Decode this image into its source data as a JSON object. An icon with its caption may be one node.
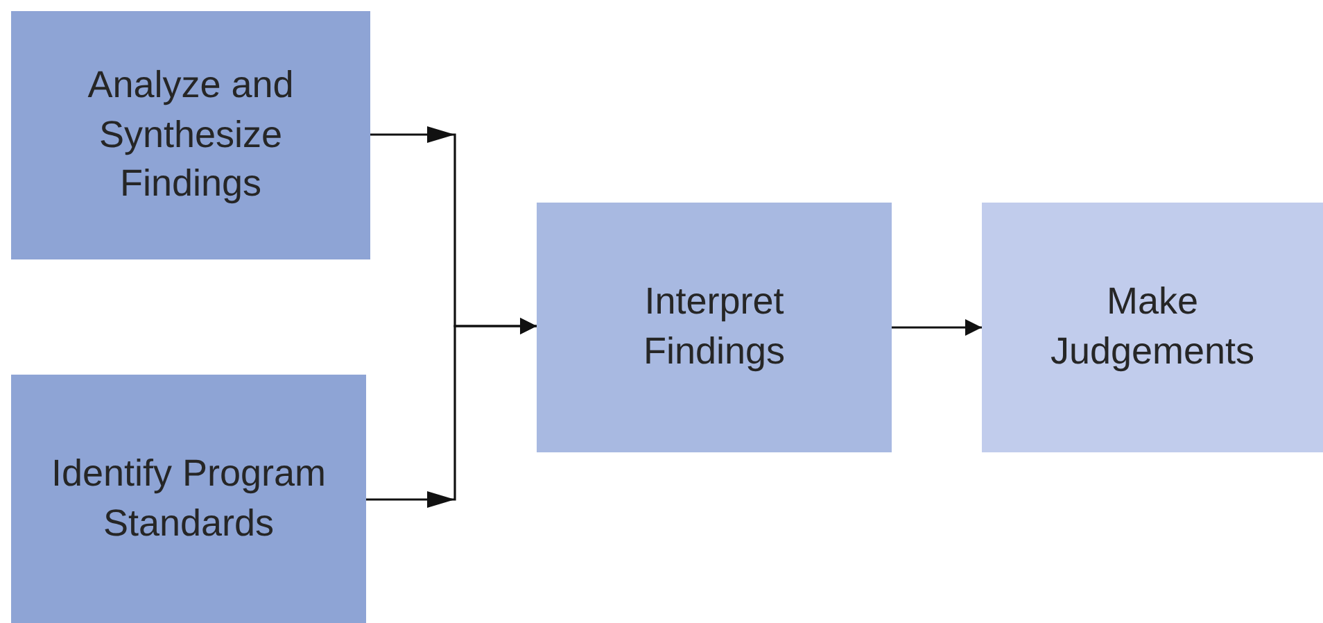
{
  "diagram": {
    "nodes": [
      {
        "text": [
          "Analyze and Synthesize Findings"
        ]
      },
      {
        "text": [
          "Identify Program Standards"
        ]
      },
      {
        "text": [
          "Interpret Findings"
        ]
      },
      {
        "text": [
          "Make Judgements"
        ]
      }
    ],
    "edges": [
      {
        "from": 0,
        "to": 2,
        "arrow": "to"
      },
      {
        "from": 1,
        "to": 2,
        "arrow": "to"
      },
      {
        "from": 2,
        "to": 3,
        "arrow": "to"
      }
    ]
  }
}
